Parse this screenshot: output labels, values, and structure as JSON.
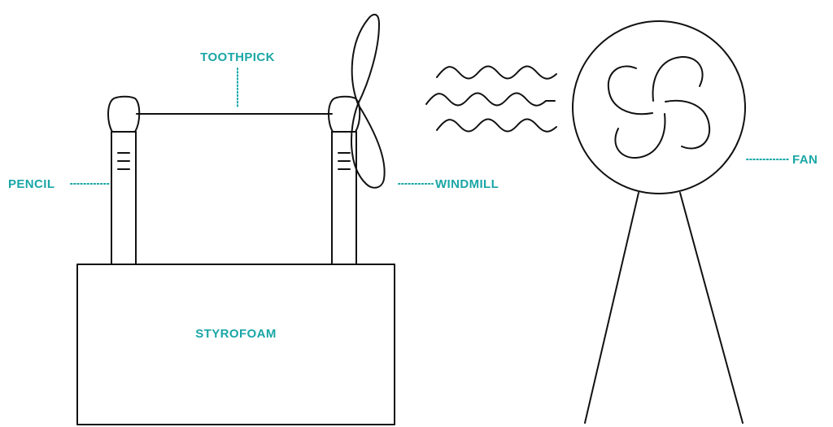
{
  "labels": {
    "toothpick": "TOOTHPICK",
    "pencil": "PENCIL",
    "windmill": "WINDMILL",
    "fan": "FAN",
    "styrofoam": "STYROFOAM"
  },
  "colors": {
    "label": "#1aa6a6",
    "ink": "#111111",
    "background": "#ffffff"
  }
}
